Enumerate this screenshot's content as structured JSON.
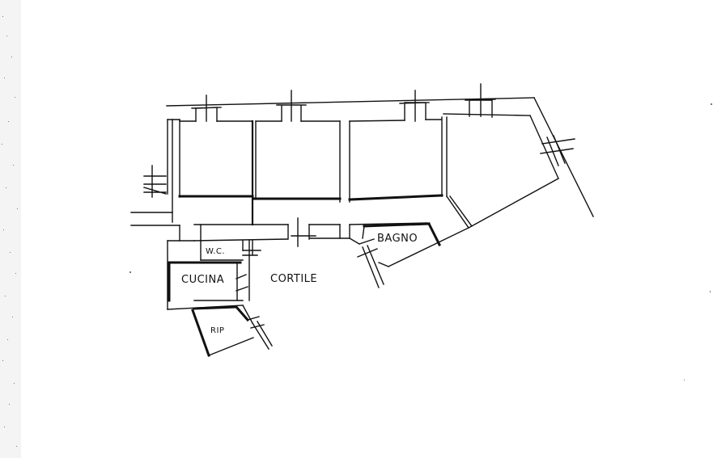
{
  "rooms": {
    "wc": "W.C.",
    "cucina": "CUCINA",
    "cortile": "CORTILE",
    "bagno": "BAGNO",
    "rip": "RIP"
  }
}
